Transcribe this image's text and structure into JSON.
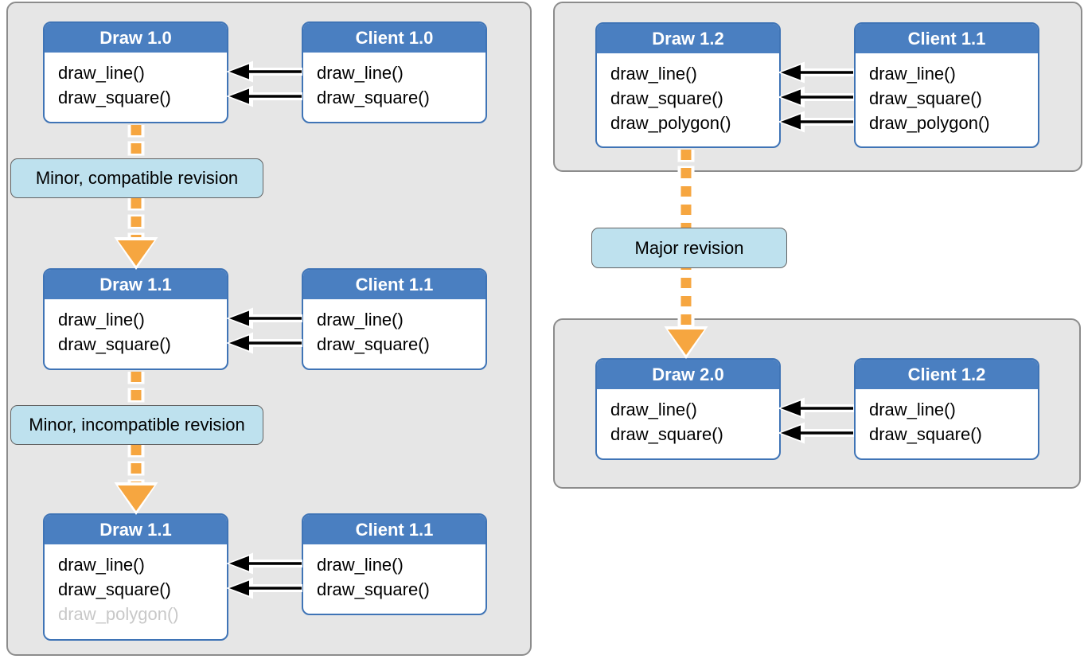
{
  "diagram": {
    "left_panel": {
      "stages": [
        {
          "library": {
            "title": "Draw 1.0",
            "functions": [
              "draw_line()",
              "draw_square()"
            ]
          },
          "client": {
            "title": "Client 1.0",
            "functions": [
              "draw_line()",
              "draw_square()"
            ]
          }
        },
        {
          "library": {
            "title": "Draw 1.1",
            "functions": [
              "draw_line()",
              "draw_square()"
            ]
          },
          "client": {
            "title": "Client 1.1",
            "functions": [
              "draw_line()",
              "draw_square()"
            ]
          }
        },
        {
          "library": {
            "title": "Draw 1.1",
            "functions": [
              "draw_line()",
              "draw_square()",
              "draw_polygon()"
            ]
          },
          "client": {
            "title": "Client 1.1",
            "functions": [
              "draw_line()",
              "draw_square()"
            ]
          }
        }
      ],
      "transitions": [
        {
          "label": "Minor, compatible revision"
        },
        {
          "label": "Minor, incompatible revision"
        }
      ]
    },
    "right_top_panel": {
      "library": {
        "title": "Draw 1.2",
        "functions": [
          "draw_line()",
          "draw_square()",
          "draw_polygon()"
        ]
      },
      "client": {
        "title": "Client 1.1",
        "functions": [
          "draw_line()",
          "draw_square()",
          "draw_polygon()"
        ]
      }
    },
    "right_bottom_panel": {
      "library": {
        "title": "Draw 2.0",
        "functions": [
          "draw_line()",
          "draw_square()"
        ]
      },
      "client": {
        "title": "Client 1.2",
        "functions": [
          "draw_line()",
          "draw_square()"
        ]
      }
    },
    "major_transition": {
      "label": "Major revision"
    }
  },
  "colors": {
    "box_header": "#4a7fc1",
    "box_border": "#3f74b6",
    "panel_fill": "#e6e6e6",
    "panel_border": "#8c8c8c",
    "label_fill": "#bee1ee",
    "label_border": "#636363",
    "arrow_orange": "#f6a640",
    "arrow_black": "#000000",
    "muted_text": "#c8c8c8",
    "page_bg": "#ffffff"
  }
}
